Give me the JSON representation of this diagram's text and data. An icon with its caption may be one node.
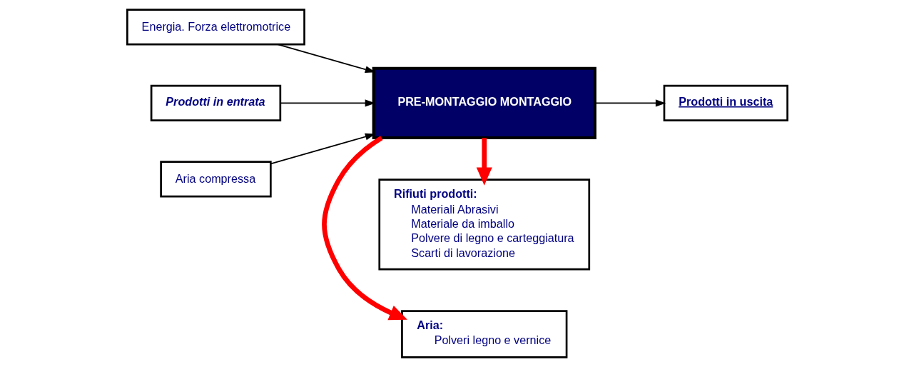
{
  "diagram": {
    "nodes": [
      {
        "text": [
          "Energia. Forza elettromotrice"
        ]
      },
      {
        "text": [
          "Prodotti in entrata"
        ]
      },
      {
        "text": [
          "Aria compressa"
        ]
      },
      {
        "text": [
          "PRE-MONTAGGIO MONTAGGIO"
        ]
      },
      {
        "text": [
          "Aria:",
          "Polveri legno e vernice"
        ]
      },
      {
        "text": [
          "Prodotti in uscita"
        ]
      },
      {
        "text": [
          "Rifiuti prodotti:",
          "Materiali Abrasivi",
          "Materiale da imballo",
          "Polvere di legno e carteggiatura",
          "Scarti di lavorazione"
        ]
      }
    ],
    "edges": [
      {
        "from": 0,
        "to": 3,
        "arrow": "to"
      },
      {
        "from": 1,
        "to": 3,
        "arrow": "to"
      },
      {
        "from": 2,
        "to": 3,
        "arrow": "to"
      },
      {
        "from": 3,
        "to": 4,
        "arrow": "to",
        "style": "thick",
        "color": "#ff0000"
      },
      {
        "from": 3,
        "to": 5,
        "arrow": "to"
      },
      {
        "from": 3,
        "to": 6,
        "arrow": "to",
        "style": "thick",
        "color": "#ff0000"
      }
    ]
  }
}
